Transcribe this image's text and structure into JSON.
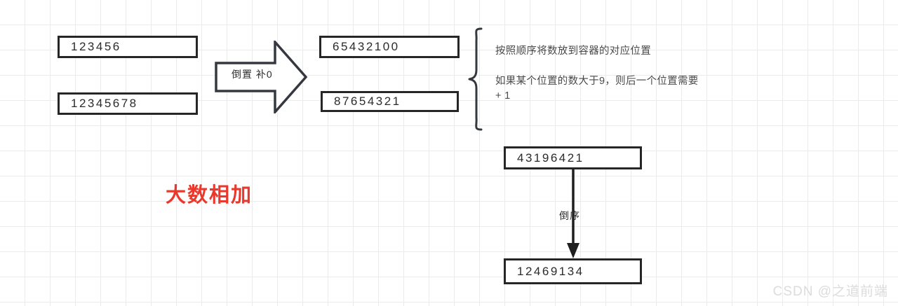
{
  "diagram": {
    "title": "大数相加",
    "title_color": "#e8392c",
    "inputs": [
      {
        "label": "123456"
      },
      {
        "label": "12345678"
      }
    ],
    "transform": {
      "arrow_label": "倒置 补0",
      "icon": "right-arrow-icon"
    },
    "reversed": [
      {
        "label": "65432100"
      },
      {
        "label": "87654321"
      }
    ],
    "brace": {
      "icon": "curly-brace-icon"
    },
    "notes": [
      "按照顺序将数放到容器的对应位置",
      "如果某个位置的数大于9，则后一个位置需要 + 1"
    ],
    "result": {
      "summed": "43196421",
      "reverse_label": "倒序",
      "reverse_icon": "down-arrow-icon",
      "final": "12469134"
    }
  },
  "watermark": {
    "text": "CSDN @之道前端"
  }
}
